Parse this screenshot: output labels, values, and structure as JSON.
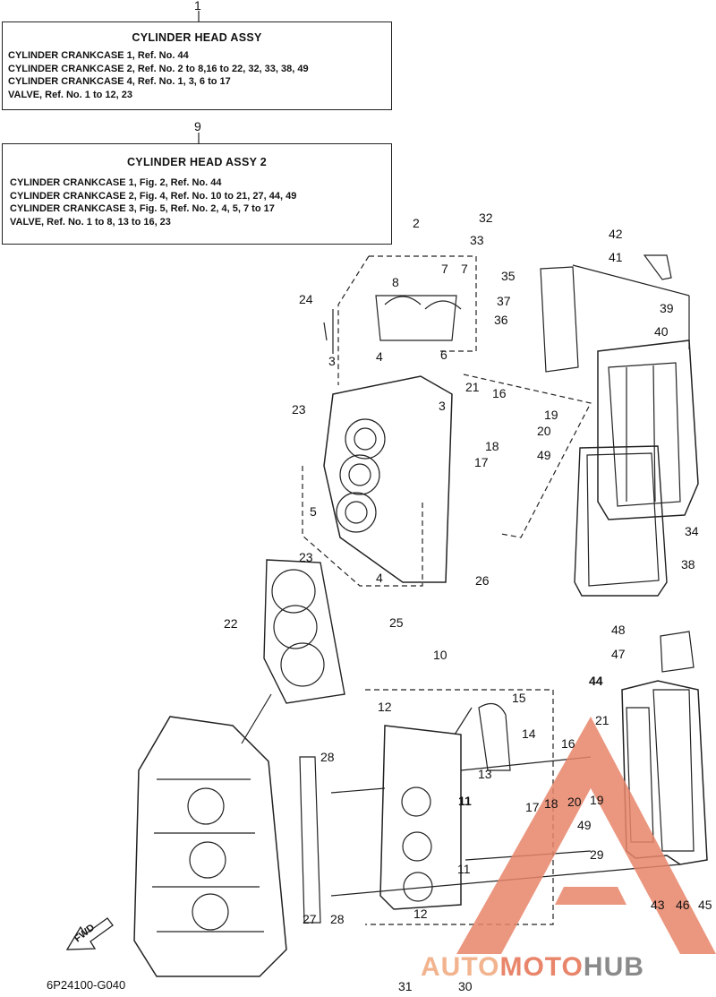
{
  "boxes": {
    "box1": {
      "ref": "1",
      "title": "CYLINDER HEAD ASSY",
      "lines": [
        "CYLINDER CRANKCASE 1, Ref. No. 44",
        "CYLINDER CRANKCASE 2, Ref. No. 2 to 8,16 to 22, 32, 33, 38, 49",
        "CYLINDER CRANKCASE 4, Ref. No. 1, 3, 6 to 17",
        "VALVE, Ref. No. 1 to 12, 23"
      ]
    },
    "box2": {
      "ref": "9",
      "title": "CYLINDER  HEAD ASSY 2",
      "lines": [
        "CYLINDER CRANKCASE 1, Fig. 2, Ref. No. 44",
        "CYLINDER CRANKCASE 2, Fig. 4, Ref. No. 10 to 21, 27, 44, 49",
        "CYLINDER CRANKCASE 3, Fig. 5, Ref. No. 2, 4, 5, 7 to 17",
        "VALVE, Ref. No. 1 to 8, 13 to 16, 23"
      ]
    }
  },
  "callouts": [
    "2",
    "32",
    "33",
    "7",
    "7",
    "8",
    "35",
    "37",
    "36",
    "42",
    "41",
    "39",
    "40",
    "24",
    "3",
    "4",
    "6",
    "3",
    "21",
    "16",
    "19",
    "20",
    "18",
    "17",
    "49",
    "23",
    "5",
    "23",
    "4",
    "26",
    "34",
    "38",
    "22",
    "25",
    "10",
    "48",
    "47",
    "44",
    "12",
    "15",
    "14",
    "16",
    "21",
    "28",
    "13",
    "11",
    "17",
    "18",
    "20",
    "19",
    "49",
    "11",
    "29",
    "28",
    "27",
    "12",
    "31",
    "30",
    "43",
    "46",
    "45"
  ],
  "footer_code": "6P24100-G040",
  "fwd_label": "FWD",
  "watermark": {
    "part1": "AUTO",
    "part2": "MOTO",
    "part3": "HUB"
  },
  "colors": {
    "line": "#222222",
    "watermark_red": "#e8856a",
    "watermark_gray": "#8a8a8a"
  }
}
